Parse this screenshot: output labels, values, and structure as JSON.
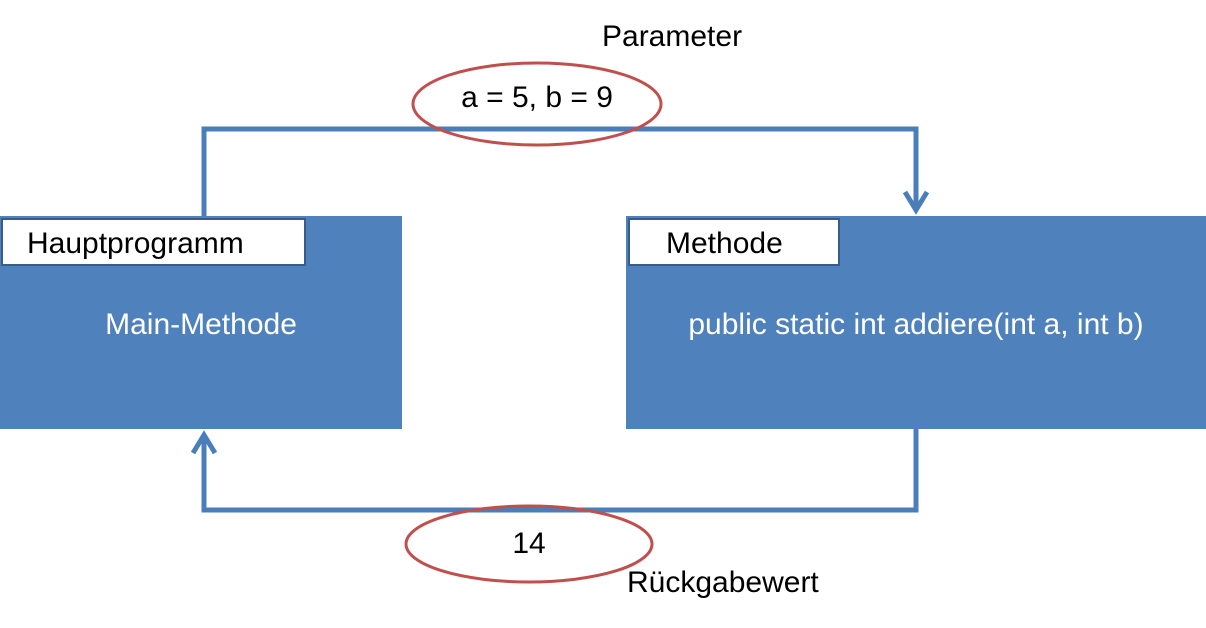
{
  "parameter_label": "Parameter",
  "parameter_values": "a = 5, b = 9",
  "main_block": {
    "tag": "Hauptprogramm",
    "text": "Main-Methode"
  },
  "method_block": {
    "tag": "Methode",
    "text": "public static int addiere(int a, int b)"
  },
  "return_value": "14",
  "return_label": "Rückgabewert",
  "colors": {
    "block_fill": "#4f81bd",
    "connector": "#4a7ebb",
    "oval_outline": "#c0504d",
    "tag_border": "#385d8a"
  }
}
